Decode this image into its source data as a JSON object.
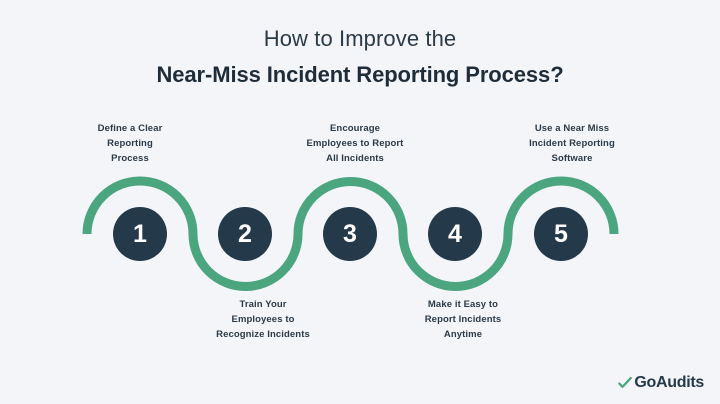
{
  "background_color": "#f4f5f9",
  "title": {
    "line1": "How to Improve the",
    "line2": "Near-Miss Incident Reporting Process?"
  },
  "theme": {
    "accent_green": "#4ba57e",
    "node_navy": "#24394a",
    "text_dark": "#2b3a47"
  },
  "steps": [
    {
      "number": "1",
      "position": "above",
      "caption_lines": [
        "Define a Clear",
        "Reporting",
        "Process"
      ]
    },
    {
      "number": "2",
      "position": "below",
      "caption_lines": [
        "Train Your",
        "Employees to",
        "Recognize Incidents"
      ]
    },
    {
      "number": "3",
      "position": "above",
      "caption_lines": [
        "Encourage",
        "Employees to Report",
        "All Incidents"
      ]
    },
    {
      "number": "4",
      "position": "below",
      "caption_lines": [
        "Make it Easy to",
        "Report Incidents",
        "Anytime"
      ]
    },
    {
      "number": "5",
      "position": "above",
      "caption_lines": [
        "Use a Near Miss",
        "Incident Reporting",
        "Software"
      ]
    }
  ],
  "logo": {
    "text": "GoAudits",
    "check_color": "#4ba57e",
    "text_color": "#24394a"
  }
}
